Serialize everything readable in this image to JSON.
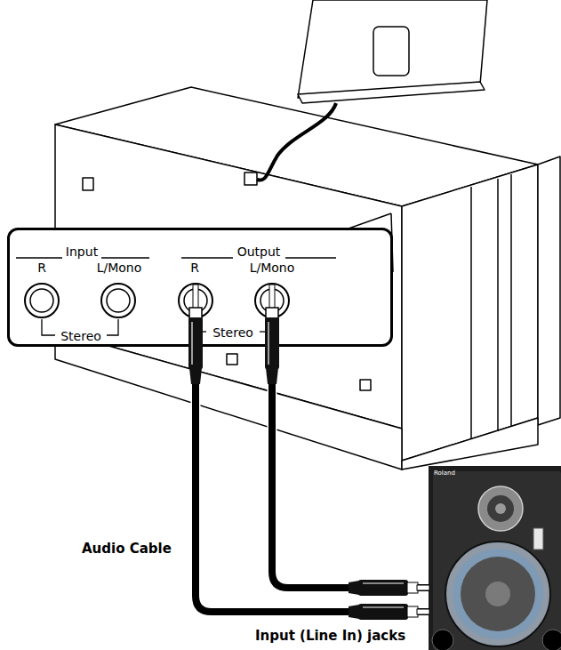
{
  "diagram": {
    "nodes": [
      {
        "text": [
          "Input",
          "R",
          "L/Mono",
          "Stereo",
          "Output",
          "R",
          "L/Mono",
          "Stereo"
        ]
      },
      {
        "text": [
          "Roland"
        ]
      }
    ],
    "edges": [
      {
        "from": 0,
        "to": 1,
        "arrow": "none"
      },
      {
        "from": 0,
        "to": 1,
        "arrow": "none"
      }
    ],
    "labels": [
      "Audio Cable",
      "Input (Line In) jacks"
    ]
  }
}
